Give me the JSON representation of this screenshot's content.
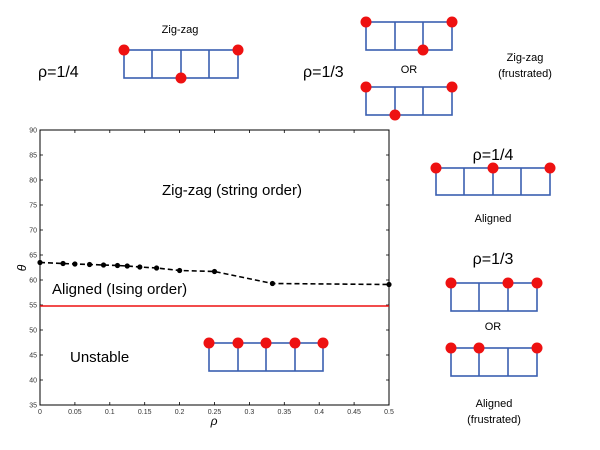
{
  "chart_data": {
    "type": "line",
    "xlabel": "ρ",
    "ylabel": "θ",
    "xlim": [
      0,
      0.5
    ],
    "ylim": [
      35,
      90
    ],
    "x_ticks": [
      "0",
      "0.05",
      "0.1",
      "0.15",
      "0.2",
      "0.25",
      "0.3",
      "0.35",
      "0.4",
      "0.45",
      "0.5"
    ],
    "y_ticks": [
      "35",
      "40",
      "45",
      "50",
      "55",
      "60",
      "65",
      "70",
      "75",
      "80",
      "85",
      "90"
    ],
    "grid": false,
    "series": [
      {
        "style": "dashed-black-with-dots",
        "color": "#000000",
        "x": [
          0,
          0.033,
          0.05,
          0.071,
          0.091,
          0.111,
          0.125,
          0.143,
          0.167,
          0.2,
          0.25,
          0.333,
          0.5
        ],
        "y": [
          63.5,
          63.3,
          63.2,
          63.1,
          63.0,
          62.9,
          62.8,
          62.6,
          62.4,
          61.9,
          61.7,
          59.3,
          59.1
        ]
      },
      {
        "style": "solid-red",
        "color": "#ee1111",
        "x": [
          0,
          0.5
        ],
        "y": [
          54.8,
          54.8
        ]
      }
    ],
    "region_labels": {
      "zigzag": "Zig-zag (string order)",
      "aligned": "Aligned (Ising order)",
      "unstable": "Unstable"
    }
  },
  "diagrams": {
    "zigzag_quarter": {
      "rho": "ρ=1/4",
      "caption": "Zig-zag"
    },
    "zigzag_third": {
      "rho": "ρ=1/3",
      "or": "OR",
      "caption_line1": "Zig-zag",
      "caption_line2": "(frustrated)"
    },
    "aligned_quarter": {
      "rho": "ρ=1/4",
      "caption": "Aligned"
    },
    "aligned_third": {
      "rho": "ρ=1/3",
      "or": "OR",
      "caption_line1": "Aligned",
      "caption_line2": "(frustrated)"
    }
  },
  "colors": {
    "ladder": "#3a5fb0",
    "particle": "#ee1111",
    "transition": "#ee1111"
  }
}
